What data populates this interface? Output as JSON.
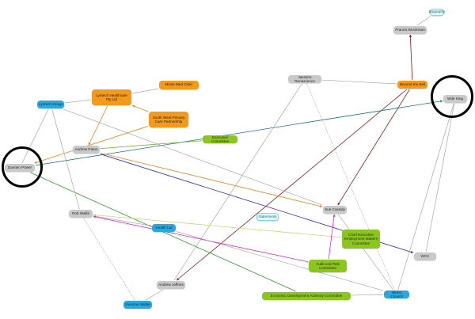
{
  "nodes": [
    {
      "id": "biography",
      "label": "Biography",
      "style": "cyan"
    },
    {
      "id": "francis",
      "label": "Francis Brookman",
      "style": "gray"
    },
    {
      "id": "beyond",
      "label": "Beyond the Bell",
      "style": "orange"
    },
    {
      "id": "wde",
      "label": "Wde King",
      "style": "gray"
    },
    {
      "id": "jasmine",
      "label": "Jasmine Renascence",
      "style": "gray"
    },
    {
      "id": "minse",
      "label": "Minse Med Clinic",
      "style": "orange"
    },
    {
      "id": "lyntech",
      "label": "Lyntech Healthcare Pty Ltd",
      "style": "orange"
    },
    {
      "id": "lyntechgroup",
      "label": "Lyntech Group",
      "style": "blue"
    },
    {
      "id": "swpcp",
      "label": "South West Primary Care Partnership",
      "style": "orange"
    },
    {
      "id": "exec",
      "label": "Executive Committee",
      "style": "green"
    },
    {
      "id": "andrewp",
      "label": "Andrew Paton",
      "style": "gray"
    },
    {
      "id": "damien",
      "label": "Damien Power",
      "style": "gray"
    },
    {
      "id": "statements",
      "label": "Statements",
      "style": "cyan"
    },
    {
      "id": "sue",
      "label": "Sue Cassidy",
      "style": "gray"
    },
    {
      "id": "rob",
      "label": "Rob Wallis",
      "style": "gray"
    },
    {
      "id": "health",
      "label": "Health Ltd",
      "style": "blue"
    },
    {
      "id": "ceo",
      "label": "Chief Executive Employment Matters Committee",
      "style": "green"
    },
    {
      "id": "wcc",
      "label": "WCC",
      "style": "gray"
    },
    {
      "id": "audit",
      "label": "Audit and Risk Committee",
      "style": "green"
    },
    {
      "id": "andrewj",
      "label": "Andrew Jeffries",
      "style": "gray"
    },
    {
      "id": "edac",
      "label": "Economic Development Advisory Committee",
      "style": "green"
    },
    {
      "id": "council",
      "label": "Wrest Council",
      "style": "blue"
    },
    {
      "id": "vivienne",
      "label": "Vivienne Walter",
      "style": "blue"
    }
  ],
  "edges": [
    {
      "from": "francis",
      "to": "biography",
      "color": "#999999",
      "dash": false,
      "arrow": false
    },
    {
      "from": "beyond",
      "to": "francis",
      "color": "#8b1a1a",
      "dash": false,
      "arrow": true
    },
    {
      "from": "beyond",
      "to": "andrewj",
      "color": "#8b1a1a",
      "dash": false,
      "arrow": true
    },
    {
      "from": "beyond",
      "to": "sue",
      "color": "#8b1a1a",
      "dash": false,
      "arrow": true
    },
    {
      "from": "damien",
      "to": "wde",
      "color": "#1a7389",
      "dash": false,
      "arrow": true
    },
    {
      "from": "jasmine",
      "to": "andrewj",
      "color": "#999999",
      "dash": false,
      "arrow": false
    },
    {
      "from": "jasmine",
      "to": "council",
      "color": "#999999",
      "dash": true,
      "arrow": false
    },
    {
      "from": "jasmine",
      "to": "beyond",
      "color": "#999999",
      "dash": false,
      "arrow": false
    },
    {
      "from": "lyntech",
      "to": "minse",
      "color": "#999999",
      "dash": false,
      "arrow": false
    },
    {
      "from": "lyntechgroup",
      "to": "lyntech",
      "color": "#999999",
      "dash": false,
      "arrow": false
    },
    {
      "from": "swpcp",
      "to": "lyntech",
      "color": "#f4821f",
      "dash": false,
      "arrow": true
    },
    {
      "from": "swpcp",
      "to": "damien",
      "color": "#f4821f",
      "dash": false,
      "arrow": true
    },
    {
      "from": "lyntech",
      "to": "andrewp",
      "color": "#f4821f",
      "dash": false,
      "arrow": true
    },
    {
      "from": "andrewp",
      "to": "sue",
      "color": "#f4821f",
      "dash": false,
      "arrow": true
    },
    {
      "from": "exec",
      "to": "andrewp",
      "color": "#6aad1a",
      "dash": false,
      "arrow": false
    },
    {
      "from": "damien",
      "to": "edac",
      "color": "#2f9a2f",
      "dash": false,
      "arrow": false
    },
    {
      "from": "andrewp",
      "to": "wcc",
      "color": "#2c2cb8",
      "dash": false,
      "arrow": true
    },
    {
      "from": "lyntechgroup",
      "to": "sue",
      "color": "#999999",
      "dash": false,
      "arrow": false
    },
    {
      "from": "lyntechgroup",
      "to": "rob",
      "color": "#999999",
      "dash": false,
      "arrow": false
    },
    {
      "from": "rob",
      "to": "health",
      "color": "#999999",
      "dash": false,
      "arrow": true
    },
    {
      "from": "rob",
      "to": "vivienne",
      "color": "#999999",
      "dash": true,
      "arrow": false
    },
    {
      "from": "ceo",
      "to": "rob",
      "color": "#c9d87a",
      "dash": false,
      "arrow": true
    },
    {
      "from": "audit",
      "to": "rob",
      "color": "#e020e0",
      "dash": false,
      "arrow": true
    },
    {
      "from": "audit",
      "to": "sue",
      "color": "#e020e0",
      "dash": false,
      "arrow": true
    },
    {
      "from": "health",
      "to": "council",
      "color": "#999999",
      "dash": false,
      "arrow": false
    },
    {
      "from": "sue",
      "to": "council",
      "color": "#999999",
      "dash": false,
      "arrow": false
    },
    {
      "from": "wde",
      "to": "wcc",
      "color": "#999999",
      "dash": false,
      "arrow": false
    },
    {
      "from": "council",
      "to": "wde",
      "color": "#999999",
      "dash": false,
      "arrow": false
    },
    {
      "from": "andrewj",
      "to": "vivienne",
      "color": "#999999",
      "dash": false,
      "arrow": false
    },
    {
      "from": "edac",
      "to": "council",
      "color": "#999999",
      "dash": false,
      "arrow": false
    },
    {
      "from": "lyntechgroup",
      "to": "damien",
      "color": "#999999",
      "dash": false,
      "arrow": false
    }
  ]
}
